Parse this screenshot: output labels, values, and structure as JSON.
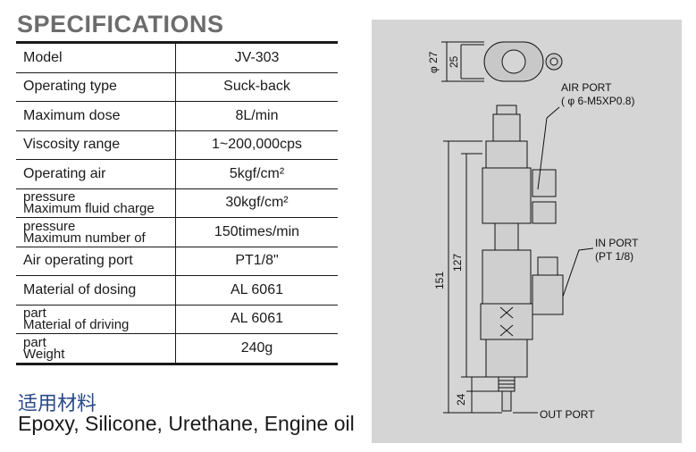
{
  "title": "SPECIFICATIONS",
  "specs": [
    {
      "label": "Model",
      "value": "JV-303"
    },
    {
      "label": "Operating type",
      "value": "Suck-back"
    },
    {
      "label": "Maximum dose",
      "value": "8L/min"
    },
    {
      "label": "Viscosity range",
      "value": "1~200,000cps"
    },
    {
      "label": "Operating air",
      "value": "5kgf/cm²"
    },
    {
      "label_l1": "pressure",
      "label_l2": "Maximum fluid charge",
      "value": "30kgf/cm²"
    },
    {
      "label_l1": "pressure",
      "label_l2": "Maximum number of",
      "value": "150times/min"
    },
    {
      "label": "Air operating port",
      "value": "PT1/8\""
    },
    {
      "label": "Material of  dosing",
      "value": "AL 6061"
    },
    {
      "label_l1": "part",
      "label_l2": "Material of  driving",
      "value": "AL 6061"
    },
    {
      "label_l1": "part",
      "label_l2": "Weight",
      "value": "240g"
    }
  ],
  "applications": {
    "title": "适用材料",
    "text": "Epoxy, Silicone, Urethane, Engine oil"
  },
  "diagram": {
    "dim_phi27": "φ 27",
    "dim_25": "25",
    "air_port_l1": "AIR PORT",
    "air_port_l2": "( φ 6-M5XP0.8)",
    "in_port_l1": "IN PORT",
    "in_port_l2": "(PT 1/8)",
    "dim_151": "151",
    "dim_127": "127",
    "dim_24": "24",
    "out_port": "OUT PORT"
  }
}
